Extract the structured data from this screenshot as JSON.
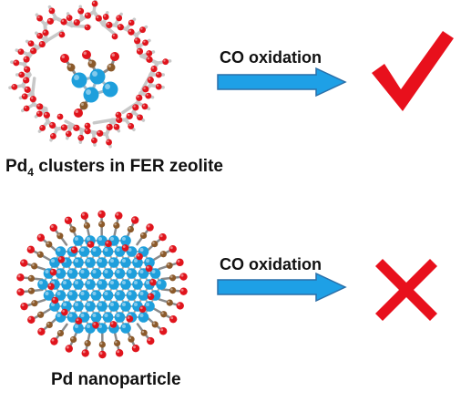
{
  "colors": {
    "oxygen": "#e0141c",
    "carbon": "#8b5a2b",
    "palladium": "#1e9fdc",
    "framework": "#c8c8c8",
    "arrow": "#1ea0e6",
    "check": "#e8101c",
    "cross": "#e8101c"
  },
  "top": {
    "caption_prefix": "Pd",
    "caption_subscript": "4",
    "caption_suffix": " clusters in FER zeolite",
    "arrow_label": "CO oxidation",
    "result_icon": "checkmark-icon"
  },
  "bottom": {
    "caption": "Pd nanoparticle",
    "arrow_label": "CO oxidation",
    "result_icon": "cross-icon"
  }
}
